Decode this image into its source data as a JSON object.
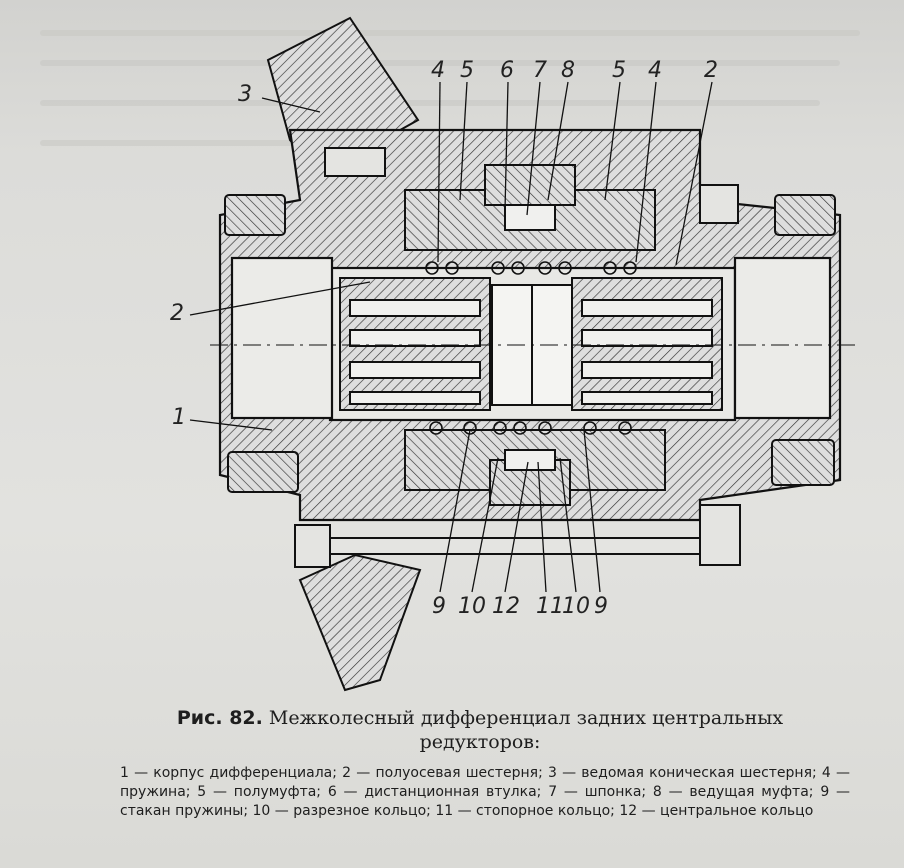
{
  "figure": {
    "number": "Рис. 82.",
    "title": "Межколесный дифференциал задних центральных редукторов:"
  },
  "legend": [
    {
      "num": "1",
      "text": "корпус дифференциала"
    },
    {
      "num": "2",
      "text": "полуосевая шестерня"
    },
    {
      "num": "3",
      "text": "ведомая коническая шестерня"
    },
    {
      "num": "4",
      "text": "пружина"
    },
    {
      "num": "5",
      "text": "полумуфта"
    },
    {
      "num": "6",
      "text": "дистанционная втулка"
    },
    {
      "num": "7",
      "text": "шпонка"
    },
    {
      "num": "8",
      "text": "ведущая муфта"
    },
    {
      "num": "9",
      "text": "стакан пружины"
    },
    {
      "num": "10",
      "text": "разрезное кольцо"
    },
    {
      "num": "11",
      "text": "стопорное кольцо"
    },
    {
      "num": "12",
      "text": "центральное кольцо"
    }
  ],
  "callouts": {
    "top": [
      "4",
      "5",
      "6",
      "7",
      "8",
      "5",
      "4",
      "2"
    ],
    "left_3": "3",
    "left_2": "2",
    "left_1": "1",
    "bottom": [
      "9",
      "10",
      "12",
      "11",
      "10",
      "9"
    ]
  }
}
